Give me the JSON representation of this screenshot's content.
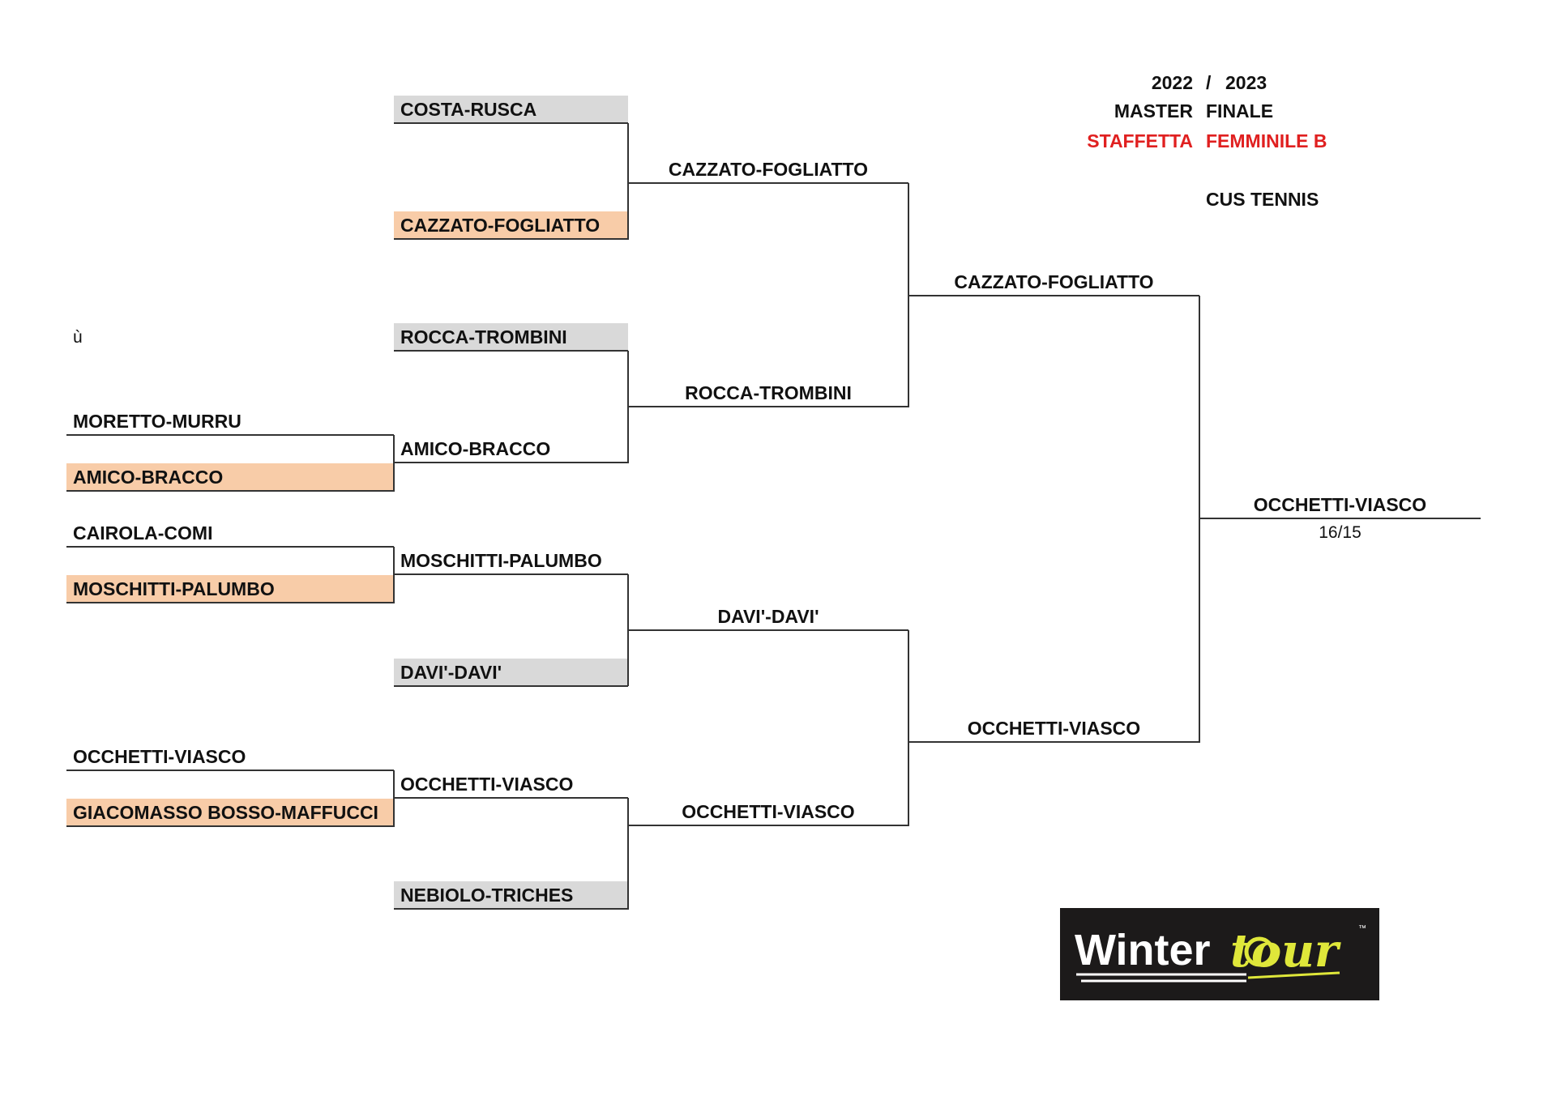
{
  "header": {
    "year_start": "2022",
    "year_sep": "/",
    "year_end": "2023",
    "label_master": "MASTER",
    "label_finale": "FINALE",
    "label_staffetta": "STAFFETTA",
    "label_category": "FEMMINILE B",
    "club": "CUS TENNIS",
    "accent_red": "#e02020"
  },
  "stray_char": "ù",
  "round_preliminary": [
    "MORETTO-MURRU",
    "AMICO-BRACCO",
    "CAIROLA-COMI",
    "MOSCHITTI-PALUMBO",
    "OCCHETTI-VIASCO",
    "GIACOMASSO BOSSO-MAFFUCCI"
  ],
  "round_of_16": [
    "COSTA-RUSCA",
    "CAZZATO-FOGLIATTO",
    "ROCCA-TROMBINI",
    "AMICO-BRACCO",
    "MOSCHITTI-PALUMBO",
    "DAVI'-DAVI'",
    "OCCHETTI-VIASCO",
    "NEBIOLO-TRICHES"
  ],
  "quarterfinals": [
    "CAZZATO-FOGLIATTO",
    "ROCCA-TROMBINI",
    "DAVI'-DAVI'",
    "OCCHETTI-VIASCO"
  ],
  "semifinals": [
    "CAZZATO-FOGLIATTO",
    "OCCHETTI-VIASCO"
  ],
  "final": {
    "winner": "OCCHETTI-VIASCO",
    "score": "16/15"
  },
  "logo": {
    "text_main": "Winter",
    "text_script": "tour",
    "trademark": "™",
    "bg_color": "#1c1a1a",
    "accent_color": "#dfe73a"
  }
}
